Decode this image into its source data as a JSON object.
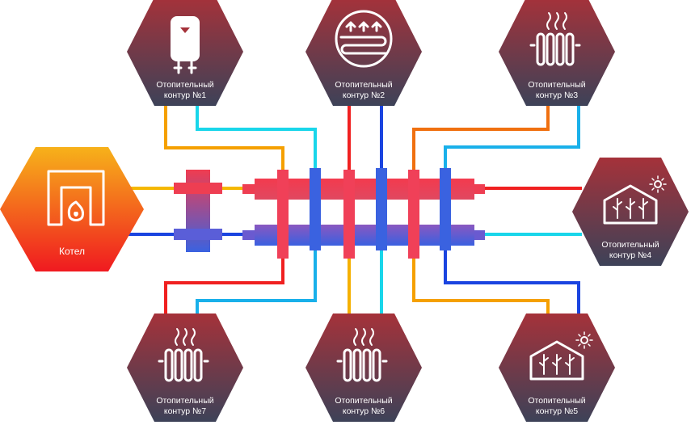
{
  "boiler": {
    "label": "Котел",
    "icon": "boiler-flame-icon"
  },
  "circuits": [
    {
      "line1": "Отопительный",
      "line2": "контур  №1",
      "icon": "water-heater-icon"
    },
    {
      "line1": "Отопительный",
      "line2": "контур  №2",
      "icon": "underfloor-heating-icon"
    },
    {
      "line1": "Отопительный",
      "line2": "контур  №3",
      "icon": "radiator-icon"
    },
    {
      "line1": "Отопительный",
      "line2": "контур  №4",
      "icon": "greenhouse-icon"
    },
    {
      "line1": "Отопительный",
      "line2": "контур  №5",
      "icon": "greenhouse-icon"
    },
    {
      "line1": "Отопительный",
      "line2": "контур  №6",
      "icon": "radiator-icon"
    },
    {
      "line1": "Отопительный",
      "line2": "контур  №7",
      "icon": "radiator-icon"
    }
  ],
  "colors": {
    "supply": "#f23a4a",
    "return": "#3a5ee0",
    "hot_pipe": "#f5a000",
    "cold_pipe": "#19d6ea",
    "hex_top": "#a5323a",
    "hex_bottom": "#3d4258"
  }
}
